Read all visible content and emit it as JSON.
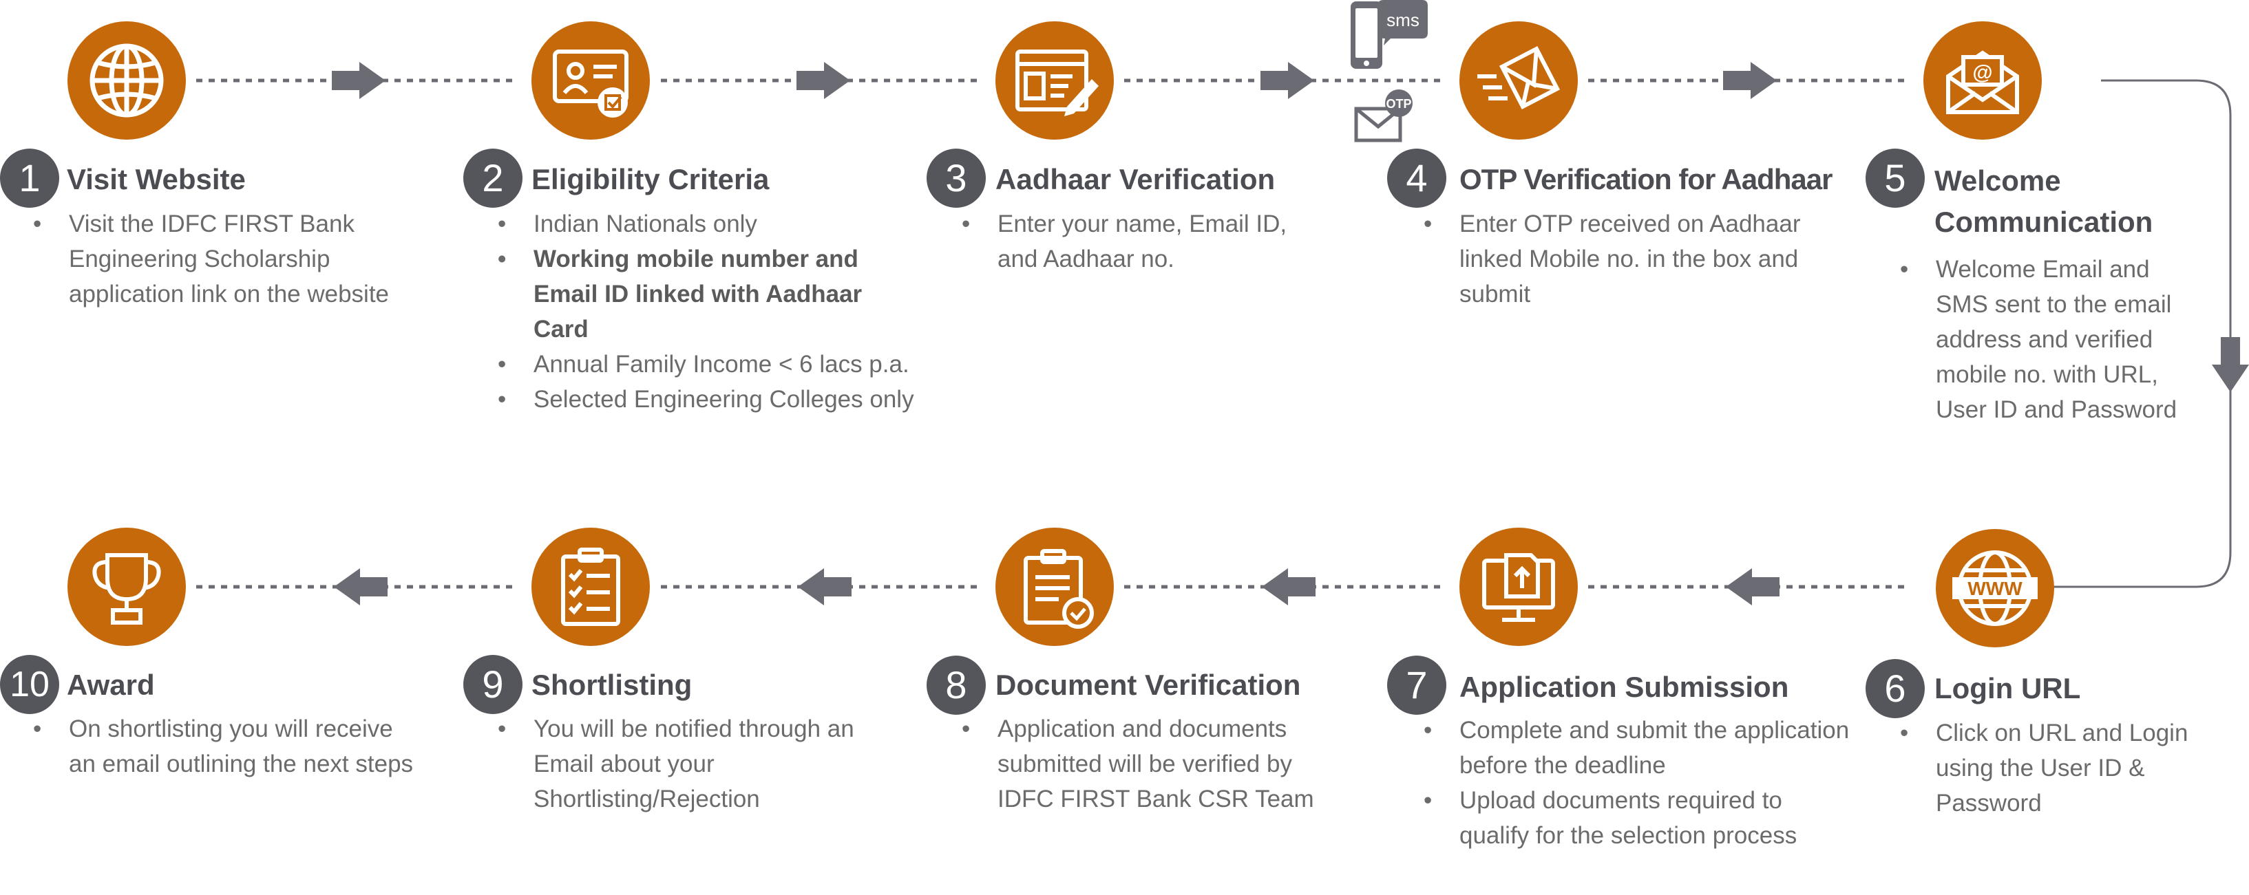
{
  "colors": {
    "accent": "#c5690b",
    "badge": "#54565b",
    "title": "#4b4d52",
    "body_text": "#6b6b6b",
    "connector": "#6b6b73"
  },
  "steps": [
    {
      "number": "1",
      "title": "Visit Website",
      "icon": "globe-icon",
      "bullets": [
        "Visit the IDFC FIRST Bank Engineering Scholarship application link on the website"
      ]
    },
    {
      "number": "2",
      "title": "Eligibility Criteria",
      "icon": "id-card-icon",
      "bullets": [
        "Indian Nationals only",
        "Working mobile number and Email ID linked with Aadhaar Card",
        "Annual Family Income < 6 lacs p.a.",
        "Selected Engineering Colleges only"
      ]
    },
    {
      "number": "3",
      "title": "Aadhaar Verification",
      "icon": "web-form-icon",
      "bullets": [
        "Enter your name, Email ID, and Aadhaar no."
      ]
    },
    {
      "number": "4",
      "title": "OTP Verification for Aadhaar",
      "icon": "send-mail-icon",
      "bullets": [
        "Enter OTP received on Aadhaar linked Mobile no. in the box and submit"
      ]
    },
    {
      "number": "5",
      "title": "Welcome Communication",
      "icon": "email-envelope-icon",
      "bullets": [
        "Welcome Email and SMS sent to the email address and verified mobile no. with URL, User ID and Password"
      ]
    },
    {
      "number": "6",
      "title": "Login URL",
      "icon": "www-globe-icon",
      "bullets": [
        "Click on URL and Login using the User ID & Password"
      ]
    },
    {
      "number": "7",
      "title": "Application Submission",
      "icon": "upload-computer-icon",
      "bullets": [
        "Complete and submit the application before the deadline",
        "Upload documents required to qualify for the selection process"
      ]
    },
    {
      "number": "8",
      "title": "Document Verification",
      "icon": "clipboard-check-icon",
      "bullets": [
        "Application and documents submitted will be verified by IDFC FIRST Bank CSR Team"
      ]
    },
    {
      "number": "9",
      "title": "Shortlisting",
      "icon": "checklist-icon",
      "bullets": [
        "You will be notified through an Email about your Shortlisting/Rejection"
      ]
    },
    {
      "number": "10",
      "title": "Award",
      "icon": "trophy-icon",
      "bullets": [
        "On shortlisting you will receive an email outlining the next steps"
      ]
    }
  ],
  "decorations": {
    "sms_label": "sms",
    "otp_label": "OTP"
  }
}
